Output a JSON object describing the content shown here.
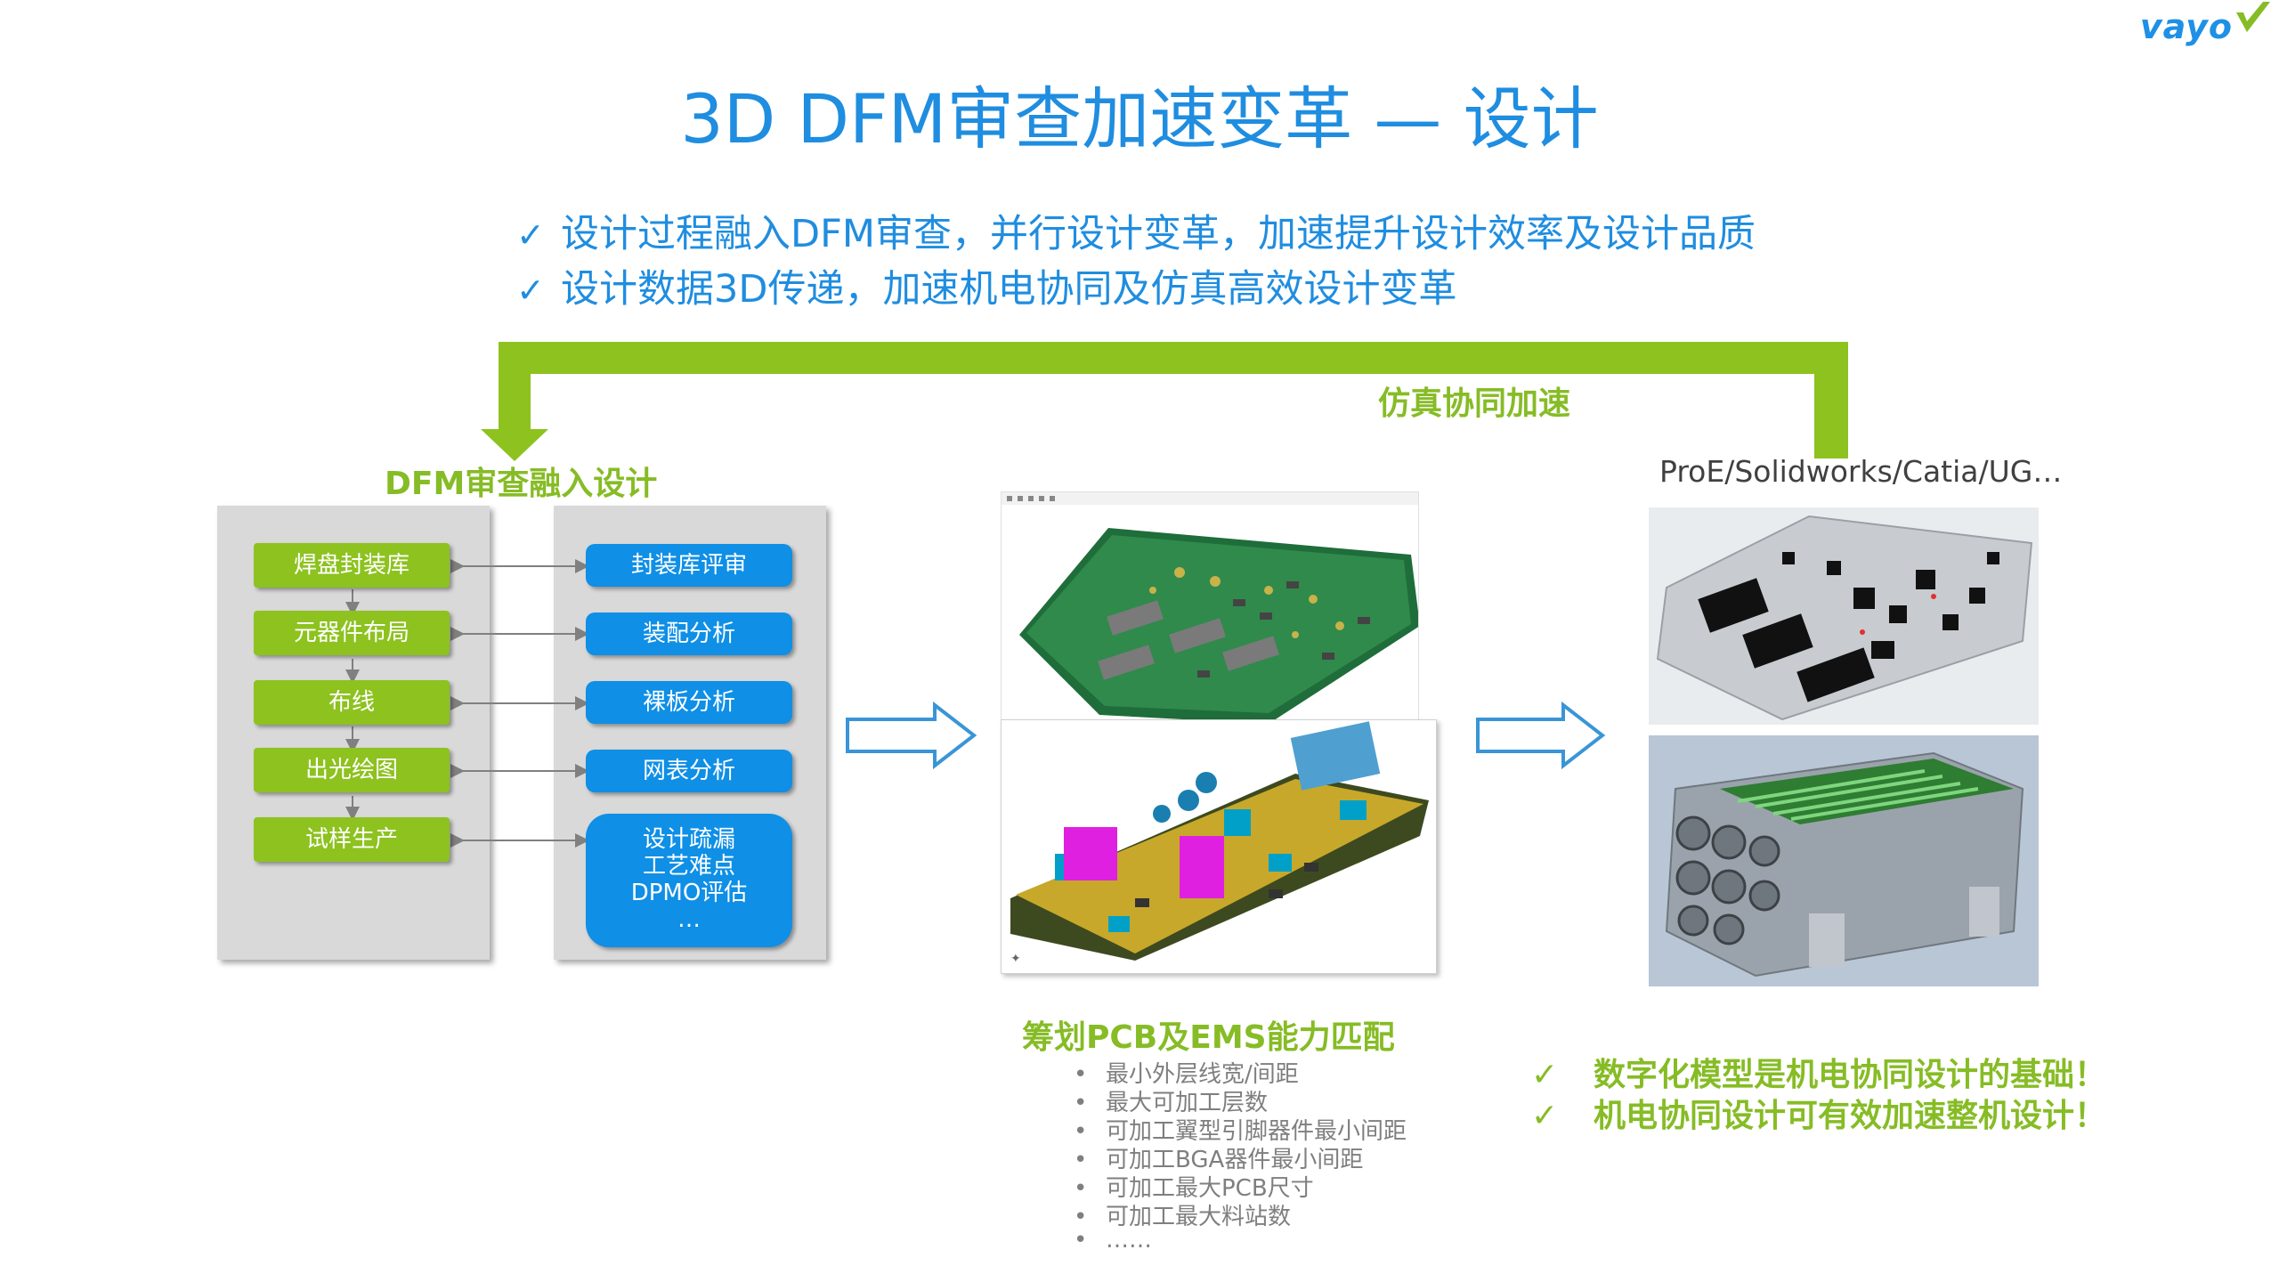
{
  "brand": {
    "logo_text": "vayo"
  },
  "slide": {
    "title": "3D DFM审查加速变革 — 设计",
    "bullets": [
      "设计过程融入DFM审查，并行设计变革，加速提升设计效率及设计品质",
      "设计数据3D传递，加速机电协同及仿真高效设计变革"
    ],
    "check_mark": "✓"
  },
  "loop": {
    "label": "仿真协同加速"
  },
  "left": {
    "heading": "DFM审查融入设计",
    "flow_steps": [
      "焊盘封装库",
      "元器件布局",
      "布线",
      "出光绘图",
      "试样生产"
    ],
    "reviews": [
      "封装库评审",
      "装配分析",
      "裸板分析",
      "网表分析"
    ],
    "review_big": [
      "设计疏漏",
      "工艺难点",
      "DPMO评估",
      "…"
    ]
  },
  "middle": {
    "heading": "筹划PCB及EMS能力匹配",
    "items": [
      "最小外层线宽/间距",
      "最大可加工层数",
      "可加工翼型引脚器件最小间距",
      "可加工BGA器件最小间距",
      "可加工最大PCB尺寸",
      "可加工最大料站数",
      "……"
    ],
    "bullet_char": "•"
  },
  "right": {
    "tools_label": "ProE/Solidworks/Catia/UG…",
    "conclusions": [
      "数字化模型是机电协同设计的基础！",
      "机电协同设计可有效加速整机设计！"
    ]
  },
  "colors": {
    "accent_blue": "#1f8de0",
    "accent_green": "#86bc25",
    "box_blue": "#0f8fe6",
    "box_green": "#8dc21f",
    "panel_gray": "#d9d9d9"
  }
}
